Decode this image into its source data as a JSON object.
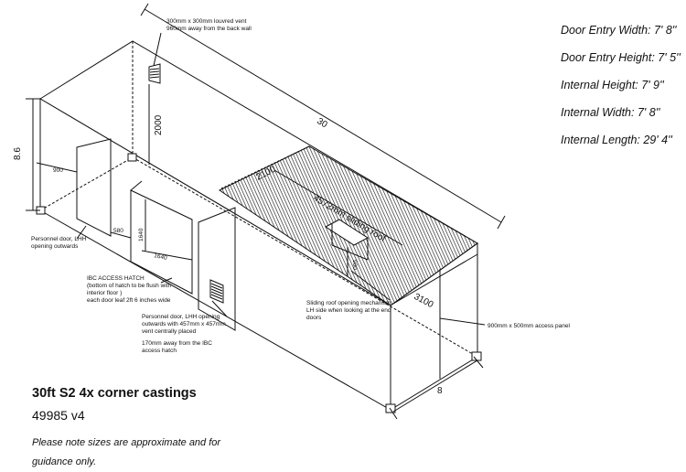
{
  "specs": [
    "Door Entry Width: 7' 8''",
    "Door Entry Height: 7' 5''",
    "Internal Height: 7' 9''",
    "Internal Width: 7' 8''",
    "Internal Length: 29' 4''"
  ],
  "title": "30ft S2 4x corner castings",
  "doc_number": "49985 v4",
  "note": "Please note sizes are approximate and for guidance only.",
  "dimensions": {
    "length": "30",
    "height": "8.6",
    "width": "8",
    "vent_height": "2000",
    "door_offset": "900",
    "hatch_offset": "580",
    "hatch_height": "1640",
    "hatch_width": "1640",
    "roof_width": "2100",
    "roof_length": "4572mm sliding roof",
    "roof_end_offset": "900",
    "panel_width": "3100"
  },
  "annotations": {
    "vent_line1": "300mm x 300mm louvred vent",
    "vent_line2": "960mm away from the back wall",
    "door_lhh_line1": "Personnel door, LHH",
    "door_lhh_line2": "opening outwards",
    "ibc_line1": "IBC ACCESS HATCH",
    "ibc_line2": "(bottom of hatch to be flush with",
    "ibc_line3": "interior floor )",
    "ibc_line4": "each door leaf 2ft 6 inches wide",
    "door2_line1": "Personnel door, LHH opening",
    "door2_line2": "outwards with 457mm x 457mm",
    "door2_line3": "vent centrally placed",
    "door2_line4": "170mm away from the IBC",
    "door2_line5": "access hatch",
    "roof_mech_line1": "Sliding roof opening mechanism",
    "roof_mech_line2": "LH side when looking at the end",
    "roof_mech_line3": "doors",
    "access_panel": "900mm x 500mm access panel"
  }
}
